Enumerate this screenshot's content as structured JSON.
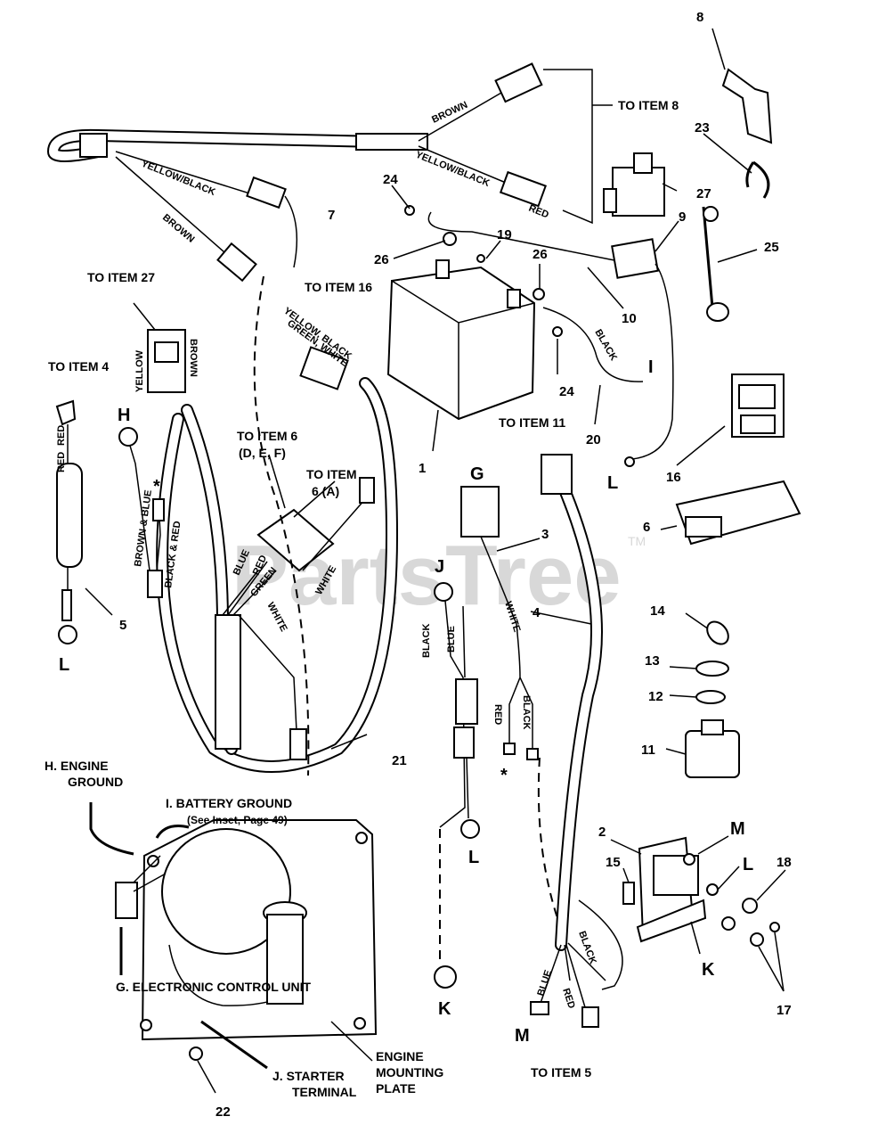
{
  "watermark": "PartsTree",
  "watermark_tm": "TM",
  "labels": {
    "to_item_8": "TO ITEM 8",
    "to_item_27": "TO ITEM 27",
    "to_item_16": "TO ITEM 16",
    "to_item_4": "TO ITEM 4",
    "to_item_6_def": "TO ITEM 6",
    "to_item_6_def_sub": "(D, E, F)",
    "to_item_6_a": "TO ITEM",
    "to_item_6_a_sub": "6 (A)",
    "to_item_11": "TO ITEM 11",
    "to_item_5": "TO ITEM 5",
    "engine_ground_1": "H.  ENGINE",
    "engine_ground_2": "GROUND",
    "battery_ground_1": "I.   BATTERY GROUND",
    "battery_ground_2": "(See Inset, Page 49)",
    "ecu": "G.  ELECTRONIC CONTROL UNIT",
    "starter_1": "J.   STARTER",
    "starter_2": "TERMINAL",
    "mount_1": "ENGINE",
    "mount_2": "MOUNTING",
    "mount_3": "PLATE"
  },
  "wire_colors": {
    "brown": "BROWN",
    "yellow_black": "YELLOW/BLACK",
    "red": "RED",
    "black": "BLACK",
    "blue": "BLUE",
    "white": "WHITE",
    "green": "GREEN",
    "yellow": "YELLOW",
    "yellow_black_green_white_1": "YELLOW, BLACK",
    "yellow_black_green_white_2": "GREEN, WHITE",
    "brown_blue": "BROWN & BLUE",
    "black_red": "BLACK & RED"
  },
  "letters": {
    "G": "G",
    "H": "H",
    "I": "I",
    "J": "J",
    "K": "K",
    "L": "L",
    "M": "M",
    "star": "*"
  },
  "item_numbers": {
    "n1": "1",
    "n2": "2",
    "n3": "3",
    "n4": "4",
    "n5": "5",
    "n6": "6",
    "n7": "7",
    "n8": "8",
    "n9": "9",
    "n10": "10",
    "n11": "11",
    "n12": "12",
    "n13": "13",
    "n14": "14",
    "n15": "15",
    "n16": "16",
    "n17": "17",
    "n18": "18",
    "n19": "19",
    "n20": "20",
    "n21": "21",
    "n22": "22",
    "n23": "23",
    "n24": "24",
    "n25": "25",
    "n26": "26",
    "n27": "27"
  }
}
